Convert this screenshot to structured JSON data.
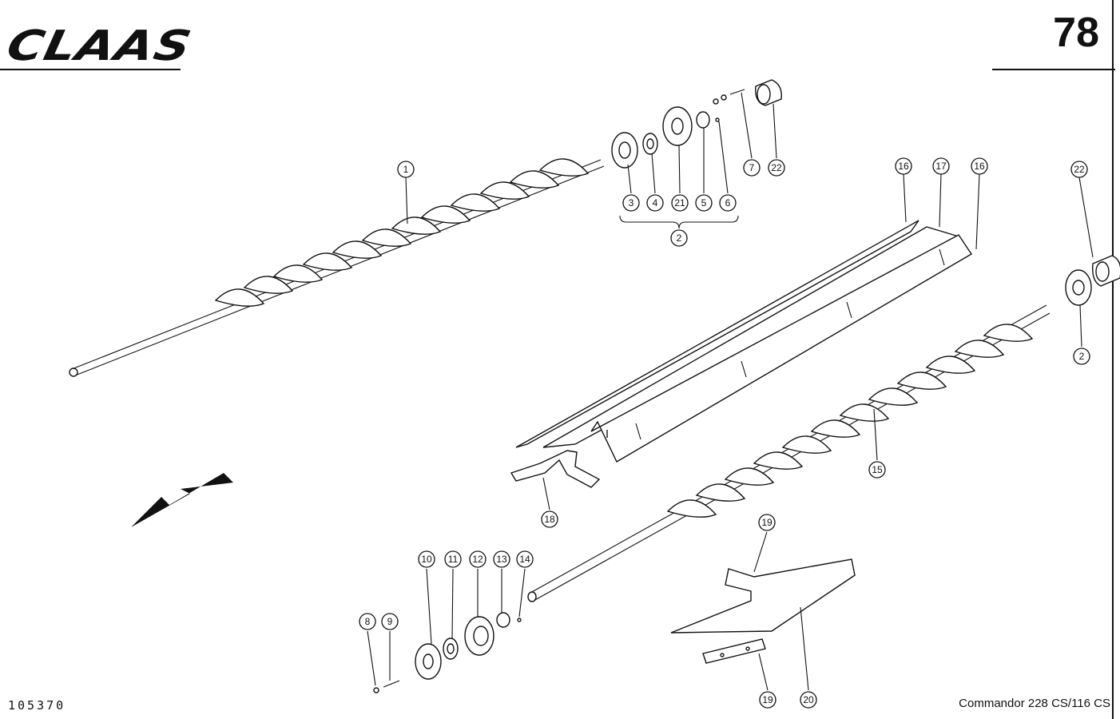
{
  "header": {
    "brand": "CLAAS",
    "page_number": "78"
  },
  "footer": {
    "drawing_number": "105370",
    "model": "Commandor 228 CS/116 CS"
  },
  "callouts": [
    "1",
    "3",
    "4",
    "21",
    "5",
    "6",
    "2",
    "7",
    "22",
    "16",
    "17",
    "16",
    "22",
    "2",
    "15",
    "18",
    "19",
    "10",
    "11",
    "12",
    "13",
    "14",
    "8",
    "9",
    "19",
    "20"
  ]
}
